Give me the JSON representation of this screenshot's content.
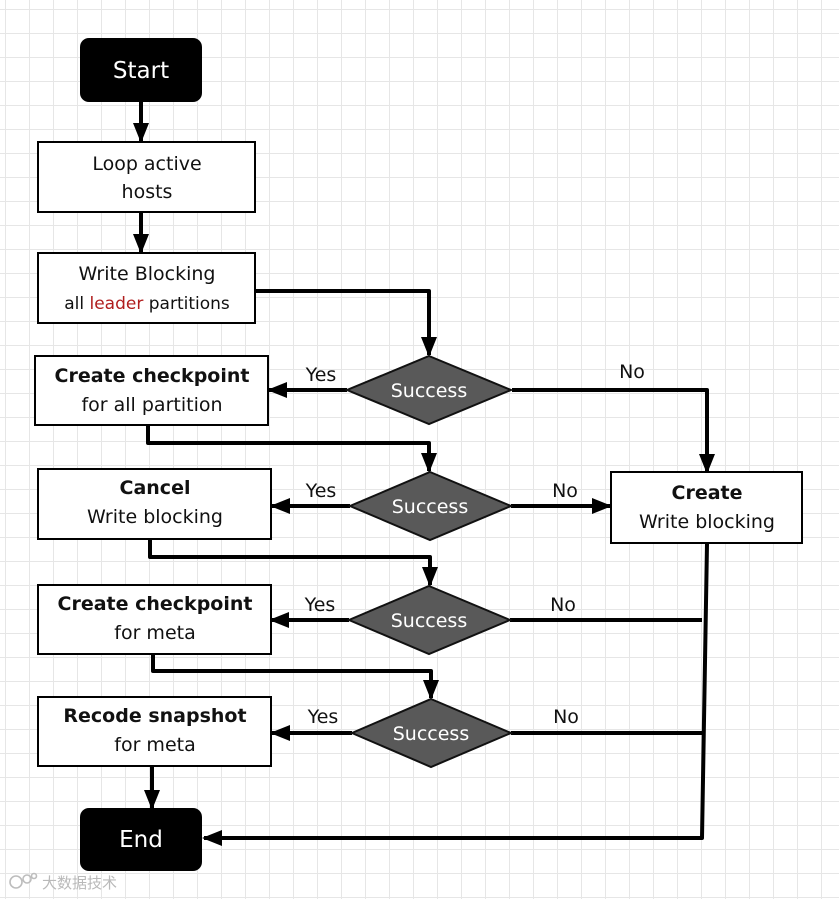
{
  "nodes": {
    "start": {
      "label": "Start"
    },
    "loop": {
      "line1": "Loop active",
      "line2": "hosts"
    },
    "write_block": {
      "line1": "Write Blocking",
      "line2_pre": "all ",
      "line2_highlight": "leader",
      "line2_post": " partitions"
    },
    "cp_all": {
      "line1": "Create checkpoint",
      "line2": "for all partition"
    },
    "cancel": {
      "line1": "Cancel",
      "line2": "Write blocking"
    },
    "cp_meta": {
      "line1": "Create checkpoint",
      "line2": "for meta"
    },
    "recode": {
      "line1": "Recode snapshot",
      "line2": "for meta"
    },
    "end": {
      "label": "End"
    },
    "create_wb": {
      "line1": "Create",
      "line2": "Write blocking"
    },
    "d1": {
      "label": "Success"
    },
    "d2": {
      "label": "Success"
    },
    "d3": {
      "label": "Success"
    },
    "d4": {
      "label": "Success"
    }
  },
  "edges": {
    "d1_yes": "Yes",
    "d1_no": "No",
    "d2_yes": "Yes",
    "d2_no": "No",
    "d3_yes": "Yes",
    "d3_no": "No",
    "d4_yes": "Yes",
    "d4_no": "No"
  },
  "watermark": "大数据技术",
  "colors": {
    "highlight": "#b01e1e",
    "diamond_fill": "#595959",
    "terminal_fill": "#000000"
  }
}
